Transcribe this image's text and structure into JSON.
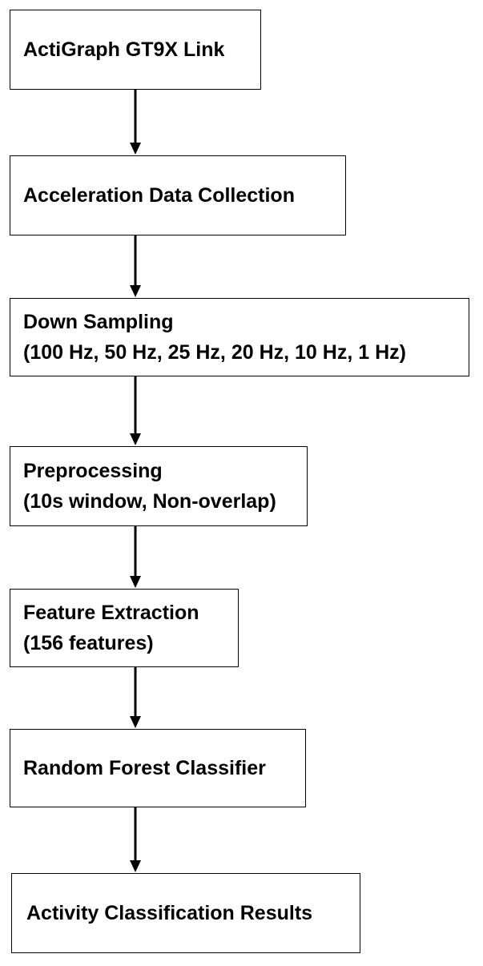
{
  "diagram": {
    "steps": [
      {
        "lines": [
          "ActiGraph GT9X Link"
        ]
      },
      {
        "lines": [
          "Acceleration Data Collection"
        ]
      },
      {
        "lines": [
          "Down Sampling",
          "(100 Hz, 50 Hz, 25 Hz, 20 Hz, 10 Hz, 1 Hz)"
        ]
      },
      {
        "lines": [
          "Preprocessing",
          "(10s window, Non-overlap)"
        ]
      },
      {
        "lines": [
          "Feature Extraction",
          "(156 features)"
        ]
      },
      {
        "lines": [
          "Random Forest Classifier"
        ]
      },
      {
        "lines": [
          "Activity Classification Results"
        ]
      }
    ],
    "colors": {
      "border": "#000000",
      "text": "#000000",
      "background": "#ffffff"
    }
  }
}
